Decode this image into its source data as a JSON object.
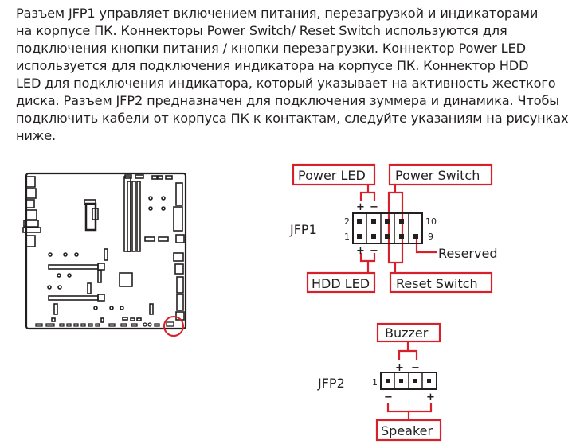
{
  "paragraph": {
    "lines": [
      "Разъем JFP1 управляет включением питания, перезагрузкой и индикаторами",
      "на корпусе ПК. Коннекторы Power Switch/ Reset Switch используются для",
      "подключения кнопки питания / кнопки перезагрузки. Коннектор Power LED",
      "используется для подключения индикатора на корпусе ПК. Коннектор HDD",
      "LED для подключения индикатора, который указывает на активность жесткого",
      "диска. Разъем JFP2 предназначен для подключения зуммера и динамика. Чтобы",
      "подключить кабели от корпуса ПК к контактам, следуйте указаниям на рисунках",
      "ниже."
    ]
  },
  "colors": {
    "accent": "#d7202a",
    "text": "#231f20"
  },
  "jfp1": {
    "label": "JFP1",
    "power_led": "Power LED",
    "power_switch": "Power Switch",
    "hdd_led": "HDD LED",
    "reset_switch": "Reset Switch",
    "reserved": "Reserved",
    "pin_2": "2",
    "pin_1": "1",
    "pin_10": "10",
    "pin_9": "9",
    "plus": "+",
    "minus": "−"
  },
  "jfp2": {
    "label": "JFP2",
    "buzzer": "Buzzer",
    "speaker": "Speaker",
    "pin_1": "1",
    "plus": "+",
    "minus": "−"
  }
}
